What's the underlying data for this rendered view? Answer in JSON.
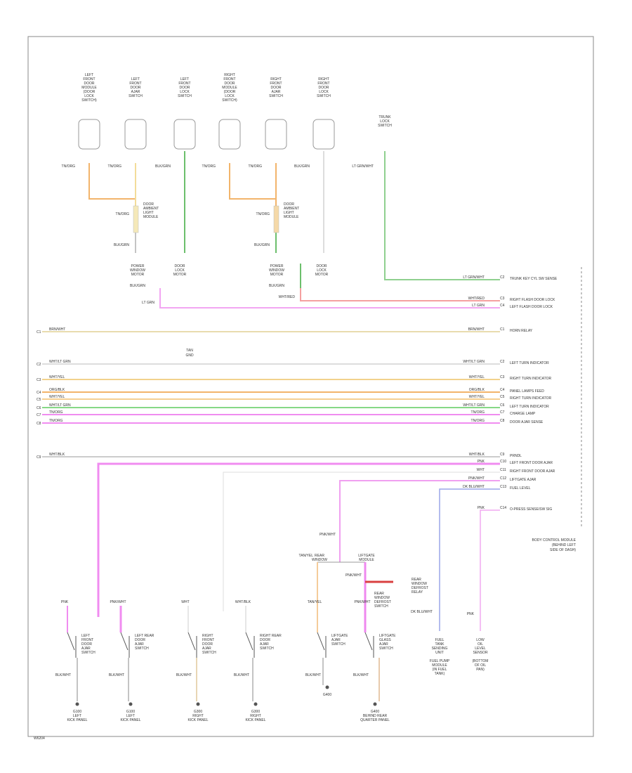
{
  "title_block": {
    "module_lines": [
      "BODY CONTROL MODULE",
      "(BEHIND LEFT",
      "SIDE OF DASH)"
    ]
  },
  "top_switches": [
    {
      "label": [
        "LEFT",
        "FRONT",
        "DOOR",
        "MODULE",
        "(DOOR",
        "LOCK",
        "SWITCH)"
      ],
      "wire": "TN/ORG"
    },
    {
      "label": [
        "LEFT",
        "FRONT",
        "DOOR",
        "AJAR",
        "SWITCH"
      ],
      "wire": "TN/ORG"
    },
    {
      "label": [
        "LEFT",
        "FRONT",
        "DOOR",
        "LOCK",
        "SWITCH"
      ],
      "wire": "BLK/GRN"
    },
    {
      "label": [
        "RIGHT",
        "FRONT",
        "DOOR",
        "MODULE",
        "(DOOR",
        "LOCK",
        "SWITCH)"
      ],
      "wire": "TN/ORG"
    },
    {
      "label": [
        "RIGHT",
        "FRONT",
        "DOOR",
        "AJAR",
        "SWITCH"
      ],
      "wire": "TN/ORG"
    },
    {
      "label": [
        "RIGHT",
        "FRONT",
        "DOOR",
        "LOCK",
        "SWITCH"
      ],
      "wire": "BLK/GRN"
    }
  ],
  "right_top": {
    "label": [
      "TRUNK",
      "LOCK",
      "SWITCH"
    ],
    "wire": "LT GRN/WHT"
  },
  "splices": [
    {
      "label": [
        "DOOR",
        "AMBIENT",
        "LIGHT",
        "MODULE"
      ],
      "wire_in": "TN/ORG",
      "wire_out": "BLK/GRN"
    },
    {
      "label": [
        "DOOR",
        "AMBIENT",
        "LIGHT",
        "MODULE"
      ],
      "wire_in": "TN/ORG",
      "wire_out": "BLK/GRN"
    }
  ],
  "mid_labels": [
    {
      "label": [
        "POWER",
        "WINDOW",
        "MOTOR"
      ],
      "wire": "BLK/GRN"
    },
    {
      "label": [
        "DOOR",
        "LOCK",
        "MOTOR"
      ],
      "wire": ""
    },
    {
      "label": [
        "POWER",
        "WINDOW",
        "MOTOR"
      ],
      "wire": "BLK/GRN"
    },
    {
      "label": [
        "DOOR",
        "LOCK",
        "MOTOR"
      ],
      "wire": ""
    }
  ],
  "wire_tags": {
    "lf_lock": "LT GRN",
    "rf_lock": "WHT/RED"
  },
  "connector_rows": [
    {
      "left": "",
      "pin_l": "",
      "pin_r": "C2",
      "code": "LT GRN/WHT",
      "func": "TRUNK KEY CYL SW SENSE"
    },
    {
      "left": "",
      "pin_l": "",
      "pin_r": "C3",
      "code": "WHT/RED",
      "func": "RIGHT FLASH DOOR LOCK"
    },
    {
      "left": "",
      "pin_l": "",
      "pin_r": "C4",
      "code": "LT GRN",
      "func": "LEFT FLASH DOOR LOCK"
    },
    {
      "left": "BRN/WHT",
      "pin_l": "C1",
      "pin_r": "C1",
      "code": "BRN/WHT",
      "func": "HORN RELAY"
    },
    {
      "left": "WHT/LT GRN",
      "pin_l": "C2",
      "pin_r": "C2",
      "code": "WHT/LT GRN",
      "func": "LEFT TURN INDICATOR"
    },
    {
      "left": "WHT/YEL",
      "pin_l": "C3",
      "pin_r": "C3",
      "code": "WHT/YEL",
      "func": "RIGHT TURN INDICATOR"
    },
    {
      "left": "ORG/BLK",
      "pin_l": "C4",
      "pin_r": "C4",
      "code": "ORG/BLK",
      "func": "PANEL LAMPS FEED"
    },
    {
      "left": "WHT/YEL",
      "pin_l": "C5",
      "pin_r": "C5",
      "code": "WHT/YEL",
      "func": "RIGHT TURN INDICATOR"
    },
    {
      "left": "WHT/LT GRN",
      "pin_l": "C6",
      "pin_r": "C6",
      "code": "WHT/LT GRN",
      "func": "LEFT TURN INDICATOR"
    },
    {
      "left": "TN/ORG",
      "pin_l": "C7",
      "pin_r": "C7",
      "code": "TN/ORG",
      "func": "CHARGE LAMP"
    },
    {
      "left": "TN/ORG",
      "pin_l": "C8",
      "pin_r": "C8",
      "code": "TN/ORG",
      "func": "DOOR AJAR SENSE"
    },
    {
      "left": "WHT/BLK",
      "pin_l": "C9",
      "pin_r": "C9",
      "code": "WHT/BLK",
      "func": "PRNDL"
    },
    {
      "left": "",
      "pin_l": "",
      "pin_r": "C10",
      "code": "PNK",
      "func": "LEFT FRONT DOOR AJAR"
    },
    {
      "left": "",
      "pin_l": "",
      "pin_r": "C11",
      "code": "WHT",
      "func": "RIGHT FRONT DOOR AJAR"
    },
    {
      "left": "",
      "pin_l": "",
      "pin_r": "C12",
      "code": "PNK/WHT",
      "func": "LIFTGATE AJAR"
    },
    {
      "left": "",
      "pin_l": "",
      "pin_r": "C13",
      "code": "DK BLU/WHT",
      "func": "FUEL LEVEL"
    },
    {
      "left": "",
      "pin_l": "",
      "pin_r": "C14",
      "code": "PNK",
      "func": "O-PRESS SENSE/SW SIG"
    }
  ],
  "tan_ground": {
    "label": [
      "TAN",
      "GND"
    ]
  },
  "lower_junction": {
    "a": "TAN/YEL",
    "b": "PNK/WHT",
    "left_label": [
      "REAR",
      "WINDOW"
    ],
    "right_label": [
      "LIFTGATE",
      "MODULE"
    ]
  },
  "rear_window": {
    "wire": "PNK/WHT",
    "relay_label": [
      "REAR",
      "WINDOW",
      "DEFROST",
      "RELAY"
    ],
    "switch_label": [
      "REAR",
      "WINDOW",
      "DEFROST",
      "SWITCH"
    ]
  },
  "bottom_switches": [
    {
      "top": "PNK",
      "label": [
        "LEFT",
        "FRONT",
        "DOOR",
        "AJAR",
        "SWITCH"
      ],
      "wire": "BLK/WHT",
      "ground": [
        "G100",
        "LEFT",
        "KICK PANEL"
      ]
    },
    {
      "top": "PNK/WHT",
      "label": [
        "LEFT REAR",
        "DOOR",
        "AJAR",
        "SWITCH"
      ],
      "wire": "BLK/WHT",
      "ground": [
        "G100",
        "LEFT",
        "KICK PANEL"
      ]
    },
    {
      "top": "WHT",
      "label": [
        "RIGHT",
        "FRONT",
        "DOOR",
        "AJAR",
        "SWITCH"
      ],
      "wire": "BLK/WHT",
      "ground": [
        "G300",
        "RIGHT",
        "KICK PANEL"
      ]
    },
    {
      "top": "WHT/BLK",
      "label": [
        "RIGHT REAR",
        "DOOR",
        "AJAR",
        "SWITCH"
      ],
      "wire": "BLK/WHT",
      "ground": [
        "G300",
        "RIGHT",
        "KICK PANEL"
      ]
    },
    {
      "top": "TAN/YEL",
      "label": [
        "LIFTGATE",
        "AJAR",
        "SWITCH"
      ],
      "wire": "BLK/WHT",
      "ground": [
        "G400"
      ]
    },
    {
      "top": "PNK/WHT",
      "label": [
        "LIFTGATE",
        "GLASS",
        "AJAR",
        "SWITCH"
      ],
      "wire": "BLK/WHT",
      "ground": [
        "G400",
        "BEHIND REAR",
        "QUARTER PANEL"
      ]
    }
  ],
  "fuel": {
    "wire": "DK BLU/WHT",
    "label": [
      "FUEL",
      "TANK",
      "SENDING",
      "UNIT"
    ],
    "sub": [
      "FUEL PUMP",
      "MODULE",
      "(IN FUEL",
      "TANK)"
    ]
  },
  "oil": {
    "wire": "PNK",
    "label": [
      "LOW",
      "OIL",
      "LEVEL",
      "SENSOR"
    ],
    "sub": [
      "(BOTTOM",
      "OF OIL",
      "PAN)"
    ]
  },
  "footer": {
    "code": "W6204"
  }
}
